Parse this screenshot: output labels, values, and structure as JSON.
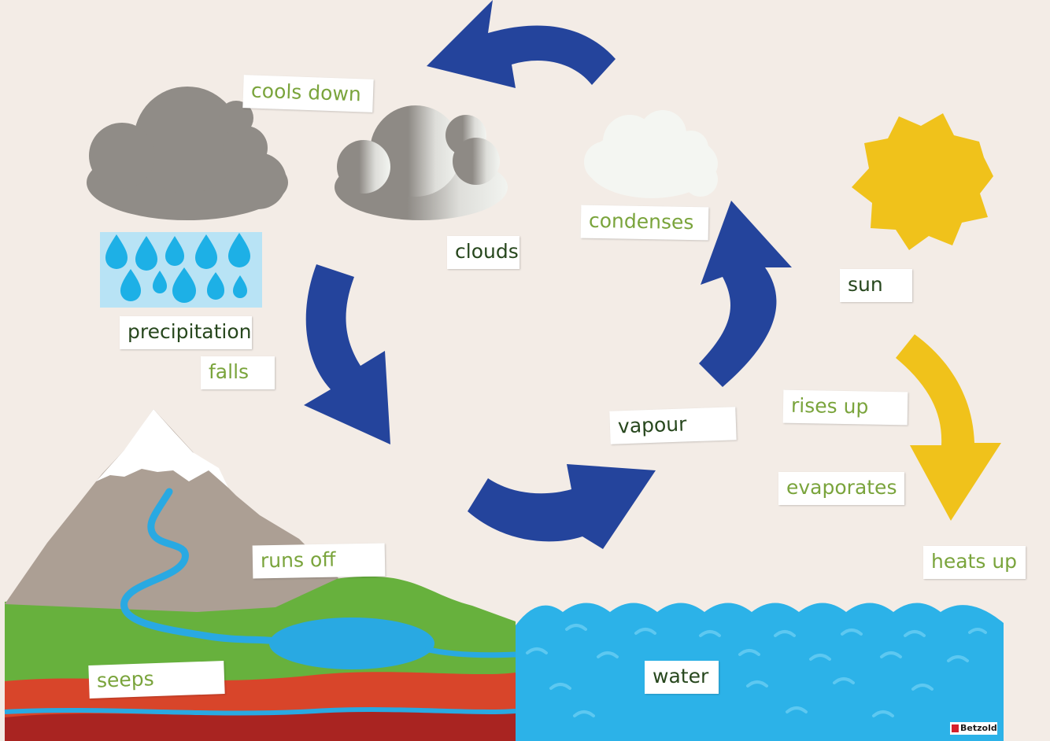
{
  "labels": {
    "cools_down": "cools down",
    "clouds": "clouds",
    "condenses": "condenses",
    "sun": "sun",
    "precipitation": "precipitation",
    "falls": "falls",
    "rises_up": "rises up",
    "vapour": "vapour",
    "evaporates": "evaporates",
    "heats_up": "heats up",
    "runs_off": "runs off",
    "seeps": "seeps",
    "water": "water"
  },
  "brand": "Betzold",
  "colors": {
    "background": "#f3ece6",
    "cycle_arrow": "#24449c",
    "sun": "#f0c21b",
    "sun_arrow": "#f0c21b",
    "sea": "#2cb2e8",
    "rain_panel": "#b8e3f5",
    "rain_drop": "#1db0e6",
    "storm_cloud": "#908c87",
    "light_cloud": "#f4f6f2",
    "mountain": "#ac9f94",
    "snow": "#ffffff",
    "grass": "#67b13d",
    "soil": "#d8452a",
    "deep_soil": "#a92421",
    "river": "#29a9e2",
    "noun_text": "#27471d",
    "verb_text": "#7aa43c"
  }
}
